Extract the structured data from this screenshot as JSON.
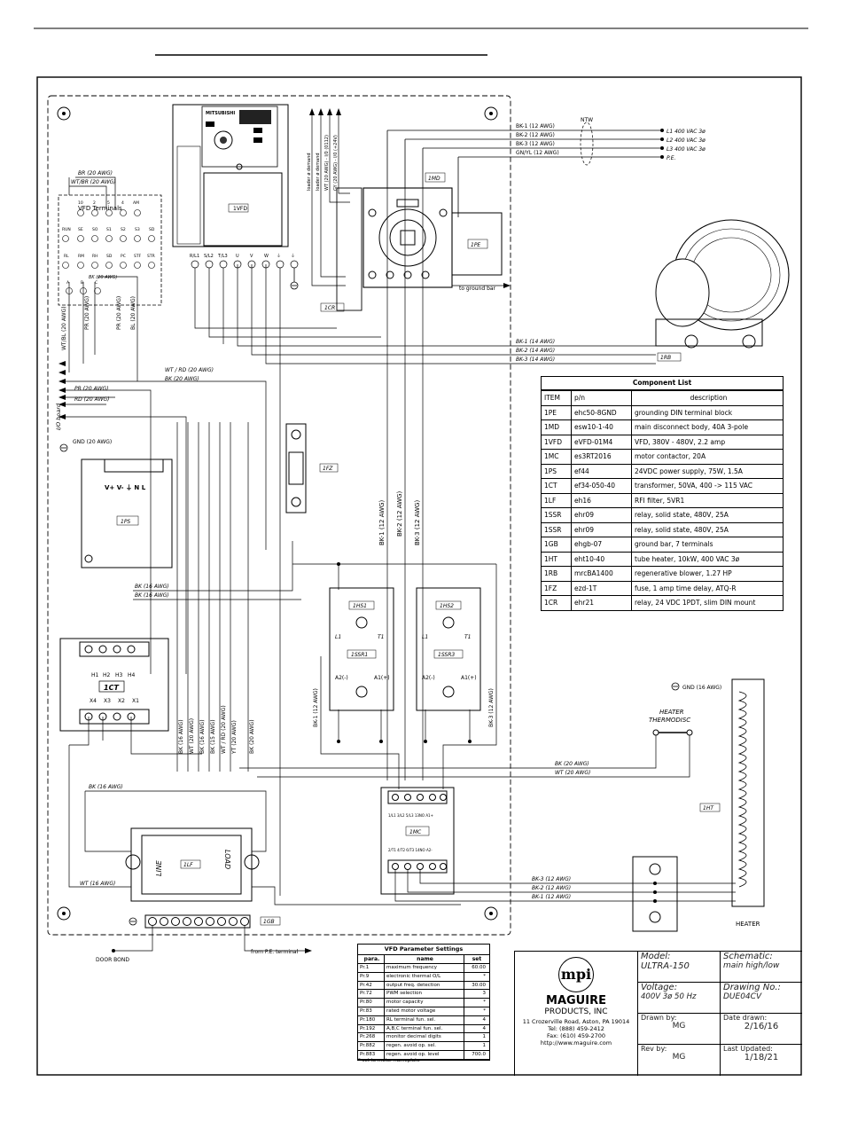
{
  "power_inputs": [
    {
      "wire": "BK-1 (12 AWG)",
      "terminal": "L1 400 VAC 3ø"
    },
    {
      "wire": "BK-2 (12 AWG)",
      "terminal": "L2 400 VAC 3ø"
    },
    {
      "wire": "BK-3 (12 AWG)",
      "terminal": "L3 400 VAC 3ø"
    },
    {
      "wire": "GN/YL (12 AWG)",
      "terminal": "P.E."
    }
  ],
  "ntw_label": "NTW",
  "vfd": {
    "brand": "MITSUBISHI",
    "tag": "1VFD",
    "terminals_title": "VFD Terminals",
    "top_row": [
      "10",
      "2",
      "5",
      "4",
      "AM"
    ],
    "mid_row": [
      "RUN",
      "SE",
      "SO",
      "S1",
      "S2",
      "S3",
      "SD"
    ],
    "bottom_row": [
      "RL",
      "RM",
      "RH",
      "SD",
      "PC",
      "STF",
      "STR"
    ],
    "abc_row": [
      "A",
      "B",
      "C"
    ],
    "power_terms": [
      "R/L1",
      "S/L2",
      "T/L3",
      "U",
      "V",
      "W",
      "⏚",
      "⏚"
    ]
  },
  "io_wires": {
    "br": "BR (20 AWG)",
    "wtbr": "WT/BR (20 AWG)",
    "bk20": "BK (20 AWG)",
    "vertical": [
      "WT/BL (20 AWG)",
      "PR (20 AWG)",
      "PR (20 AWG)",
      "BL (20 AWG)"
    ],
    "wtrd": "WT / RD (20 AWG)",
    "bk20b": "BK (20 AWG)",
    "pr": "PR (20 AWG)",
    "rd": "RD (20 AWG)",
    "io_board": "I/O board",
    "gnd": "GND (20 AWG)"
  },
  "loader_labels": [
    "loader ø demand",
    "loader ø demand",
    "WT (20 AWG) - I/0 (0112)",
    "GY (20 AWG) - I/0 (+24V)"
  ],
  "disconnect": "1MD",
  "pe_block": "1PE",
  "ground_bar_label": "to ground bar",
  "cr": "1CR",
  "blower": {
    "tag": "1RB",
    "wires": [
      "BK-1 (14 AWG)",
      "BK-2 (14 AWG)",
      "BK-3 (14 AWG)"
    ]
  },
  "fuse": "1FZ",
  "power_supply": {
    "tag": "1PS",
    "terms": "V+ V- ⏚ N L"
  },
  "heater_wires": [
    "BK-1 (12 AWG)",
    "BK-2 (12 AWG)",
    "BK-3 (12 AWG)"
  ],
  "bk16": [
    "BK (16 AWG)",
    "BK (16 AWG)"
  ],
  "ssr": [
    {
      "hs": "1HS1",
      "tag": "1SSR1",
      "l1": "L1",
      "t1": "T1",
      "a2": "A2(-)",
      "a1": "A1(+)"
    },
    {
      "hs": "1HS2",
      "tag": "1SSR3",
      "l1": "L1",
      "t1": "T1",
      "a2": "A2(-)",
      "a1": "A1(+)"
    }
  ],
  "ssr_side_wires": [
    "BK-1 (12 AWG)",
    "BK-3 (12 AWG)"
  ],
  "transformer": {
    "tag": "1CT",
    "h": [
      "H1",
      "H2",
      "H3",
      "H4"
    ],
    "x": [
      "X4",
      "X3",
      "X2",
      "X1"
    ]
  },
  "vert_wires": [
    "BK (16 AWG)",
    "WT (20 AWG)",
    "BK (16 AWG)",
    "BK (15 AWG)",
    "WT / RD (20 AWG)",
    "YT (20 AWG)",
    "BK (20 AWG)"
  ],
  "thermodisc": {
    "label1": "HEATER",
    "label2": "THERMODISC",
    "gnd": "GND (16 AWG)",
    "bk": "BK (20 AWG)",
    "wt": "WT (20 AWG)"
  },
  "contactor": {
    "tag": "1MC",
    "top": "1/L1 3/L2 5/L3 13NO A1+",
    "bottom": "2/T1 4/T2 6/T3 14NO A2-"
  },
  "heater": {
    "tag": "1HT",
    "label": "HEATER",
    "wires": [
      "BK-3 (12 AWG)",
      "BK-2 (12 AWG)",
      "BK-1 (12 AWG)"
    ]
  },
  "filter": {
    "tag": "1LF",
    "line": "LINE",
    "load": "LOAD",
    "bk": "BK (16 AWG)",
    "wt": "WT (16 AWG)"
  },
  "ground_bar": {
    "tag": "1GB",
    "door": "DOOR BOND",
    "pe": "from P.E. terminal"
  },
  "component_list": {
    "title": "Component List",
    "headers": [
      "ITEM",
      "p/n",
      "description"
    ],
    "rows": [
      [
        "1PE",
        "ehc50-8GND",
        "grounding DIN terminal block"
      ],
      [
        "1MD",
        "esw10-1-40",
        "main disconnect body, 40A 3-pole"
      ],
      [
        "1VFD",
        "eVFD-01M4",
        "VFD, 380V - 480V, 2.2 amp"
      ],
      [
        "1MC",
        "es3RT2016",
        "motor contactor, 20A"
      ],
      [
        "1PS",
        "ef44",
        "24VDC power supply, 75W, 1.5A"
      ],
      [
        "1CT",
        "ef34-050-40",
        "transformer, 50VA, 400 -> 115 VAC"
      ],
      [
        "1LF",
        "eh16",
        "RFI filter, 5VR1"
      ],
      [
        "1SSR",
        "ehr09",
        "relay, solid state, 480V, 25A"
      ],
      [
        "1SSR",
        "ehr09",
        "relay, solid state, 480V, 25A"
      ],
      [
        "1GB",
        "ehgb-07",
        "ground bar, 7 terminals"
      ],
      [
        "1HT",
        "eht10-40",
        "tube heater, 10kW, 400 VAC 3ø"
      ],
      [
        "1RB",
        "mrcBA1400",
        "regenerative blower, 1.27 HP"
      ],
      [
        "1FZ",
        "ezd-1T",
        "fuse, 1 amp time delay, ATQ-R"
      ],
      [
        "1CR",
        "ehr21",
        "relay, 24 VDC 1PDT, slim DIN mount"
      ]
    ]
  },
  "vfd_params": {
    "title": "VFD Parameter Settings",
    "headers": [
      "para.",
      "name",
      "set"
    ],
    "rows": [
      [
        "Pr.1",
        "maximum frequency",
        "60.00"
      ],
      [
        "Pr.9",
        "electronic thermal O/L",
        "*"
      ],
      [
        "Pr.42",
        "output freq. detection",
        "30.00"
      ],
      [
        "Pr.72",
        "PWM selection",
        "3"
      ],
      [
        "Pr.80",
        "motor capacity",
        "*"
      ],
      [
        "Pr.83",
        "rated motor voltage",
        "*"
      ],
      [
        "Pr.180",
        "RL terminal fun. sel.",
        "4"
      ],
      [
        "Pr.192",
        "A,B,C terminal fun. sel.",
        "4"
      ],
      [
        "Pr.268",
        "monitor decimal digits",
        "1"
      ],
      [
        "Pr.882",
        "regen. avoid op. sel.",
        "1"
      ],
      [
        "Pr.883",
        "regen. avoid op. level",
        "700.0"
      ]
    ],
    "footnote": "* set to motor nameplate"
  },
  "title_block": {
    "logo": "mpi",
    "company": "MAGUIRE",
    "company2": "PRODUCTS, INC",
    "address": "11 Crozerville Road, Aston, PA 19014",
    "tel": "Tel: (888) 459-2412",
    "fax": "Fax: (610) 459-2700",
    "web": "http://www.maguire.com",
    "model_lbl": "Model:",
    "model": "ULTRA-150",
    "schem_lbl": "Schematic:",
    "schem": "main high/low",
    "volt_lbl": "Voltage:",
    "volt": "400V 3ø 50 Hz",
    "dwg_lbl": "Drawing No.:",
    "dwg": "DUE04CV",
    "drawn_lbl": "Drawn by:",
    "drawn": "MG",
    "date_lbl": "Date drawn:",
    "date": "2/16/16",
    "rev_lbl": "Rev by:",
    "rev": "MG",
    "upd_lbl": "Last Updated:",
    "upd": "1/18/21"
  }
}
